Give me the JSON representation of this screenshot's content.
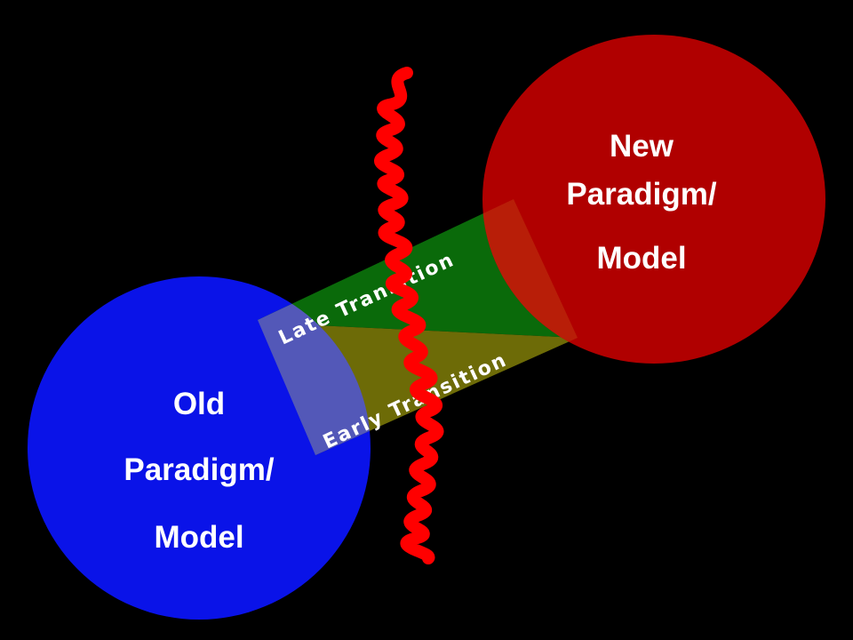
{
  "colors": {
    "background": "#000000",
    "old_circle": "#0a13e8",
    "new_circle": "#b00000",
    "late_band": "#0a6a0a",
    "early_band": "#6d6b07",
    "scribble": "#ff0000",
    "label_text": "#ffffff"
  },
  "old_paradigm": {
    "line1": "Old",
    "line2": "Paradigm/",
    "line3": "Model"
  },
  "new_paradigm": {
    "line1": "New",
    "line2": "Paradigm/",
    "line3": "Model"
  },
  "bands": {
    "late": "Late Transition",
    "early": "Early Transition"
  }
}
